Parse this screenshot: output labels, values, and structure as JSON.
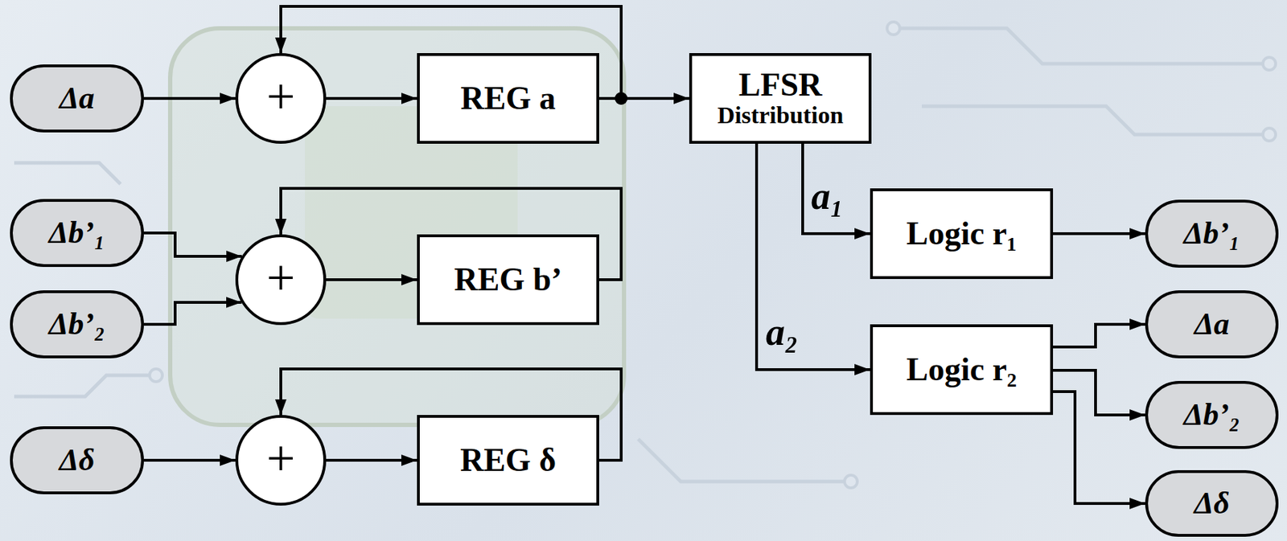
{
  "diagram": {
    "nodes": [
      {
        "text": [
          "Δa"
        ]
      },
      {
        "text": [
          "+"
        ]
      },
      {
        "text": [
          "REG a"
        ]
      },
      {
        "text": [
          "LFSR",
          "Distribution"
        ]
      },
      {
        "text": [
          "Δb’₁"
        ]
      },
      {
        "text": [
          "+"
        ]
      },
      {
        "text": [
          "REG b’"
        ]
      },
      {
        "text": [
          "Logic r₁"
        ]
      },
      {
        "text": [
          "Δb’₁"
        ]
      },
      {
        "text": [
          "Δb’₂"
        ]
      },
      {
        "text": [
          "Logic r₂"
        ]
      },
      {
        "text": [
          "Δa"
        ]
      },
      {
        "text": [
          "Δb’₂"
        ]
      },
      {
        "text": [
          "Δδ"
        ]
      },
      {
        "text": [
          "+"
        ]
      },
      {
        "text": [
          "REG δ"
        ]
      },
      {
        "text": [
          "Δδ"
        ]
      }
    ],
    "edges": [
      {
        "from": 0,
        "to": 1,
        "arrow": "to"
      },
      {
        "from": 1,
        "to": 2,
        "arrow": "to"
      },
      {
        "from": 2,
        "to": 1,
        "arrow": "to"
      },
      {
        "from": 2,
        "to": 3,
        "arrow": "to"
      },
      {
        "from": 4,
        "to": 5,
        "arrow": "to"
      },
      {
        "from": 9,
        "to": 5,
        "arrow": "to"
      },
      {
        "from": 5,
        "to": 6,
        "arrow": "to"
      },
      {
        "from": 6,
        "to": 5,
        "arrow": "to"
      },
      {
        "from": 13,
        "to": 14,
        "arrow": "to"
      },
      {
        "from": 14,
        "to": 15,
        "arrow": "to"
      },
      {
        "from": 15,
        "to": 14,
        "arrow": "to"
      },
      {
        "from": 3,
        "to": 7,
        "label": "a₁",
        "arrow": "to"
      },
      {
        "from": 3,
        "to": 10,
        "label": "a₂",
        "arrow": "to"
      },
      {
        "from": 7,
        "to": 8,
        "arrow": "to"
      },
      {
        "from": 10,
        "to": 11,
        "arrow": "to"
      },
      {
        "from": 10,
        "to": 12,
        "arrow": "to"
      },
      {
        "from": 10,
        "to": 16,
        "arrow": "to"
      }
    ]
  }
}
